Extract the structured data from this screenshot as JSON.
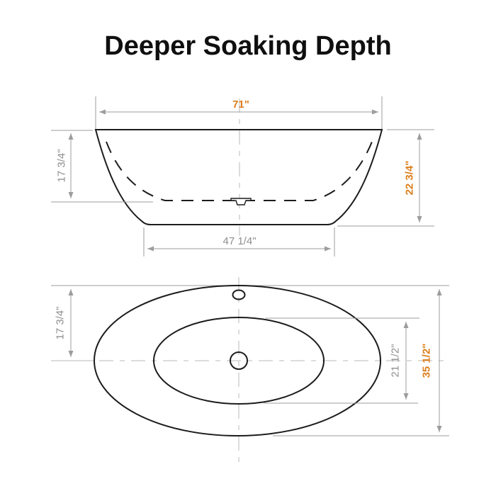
{
  "title": "Deeper Soaking Depth",
  "colors": {
    "accent_orange": "#DD7E1C",
    "dimension_gray": "#8f8f8f",
    "line_gray": "#9c9c9c",
    "outline_black": "#1c1c1c"
  },
  "side_view": {
    "view_name": "bathtub side elevation",
    "label_top_width": "71\"",
    "label_left_depth": "17 3/4\"",
    "label_right_height": "22 3/4\"",
    "label_bottom_width": "47 1/4\""
  },
  "top_view": {
    "view_name": "bathtub top plan",
    "label_left_offset": "17 3/4\"",
    "label_inner_width": "21 1/2\"",
    "label_overall_width": "35 1/2\""
  }
}
